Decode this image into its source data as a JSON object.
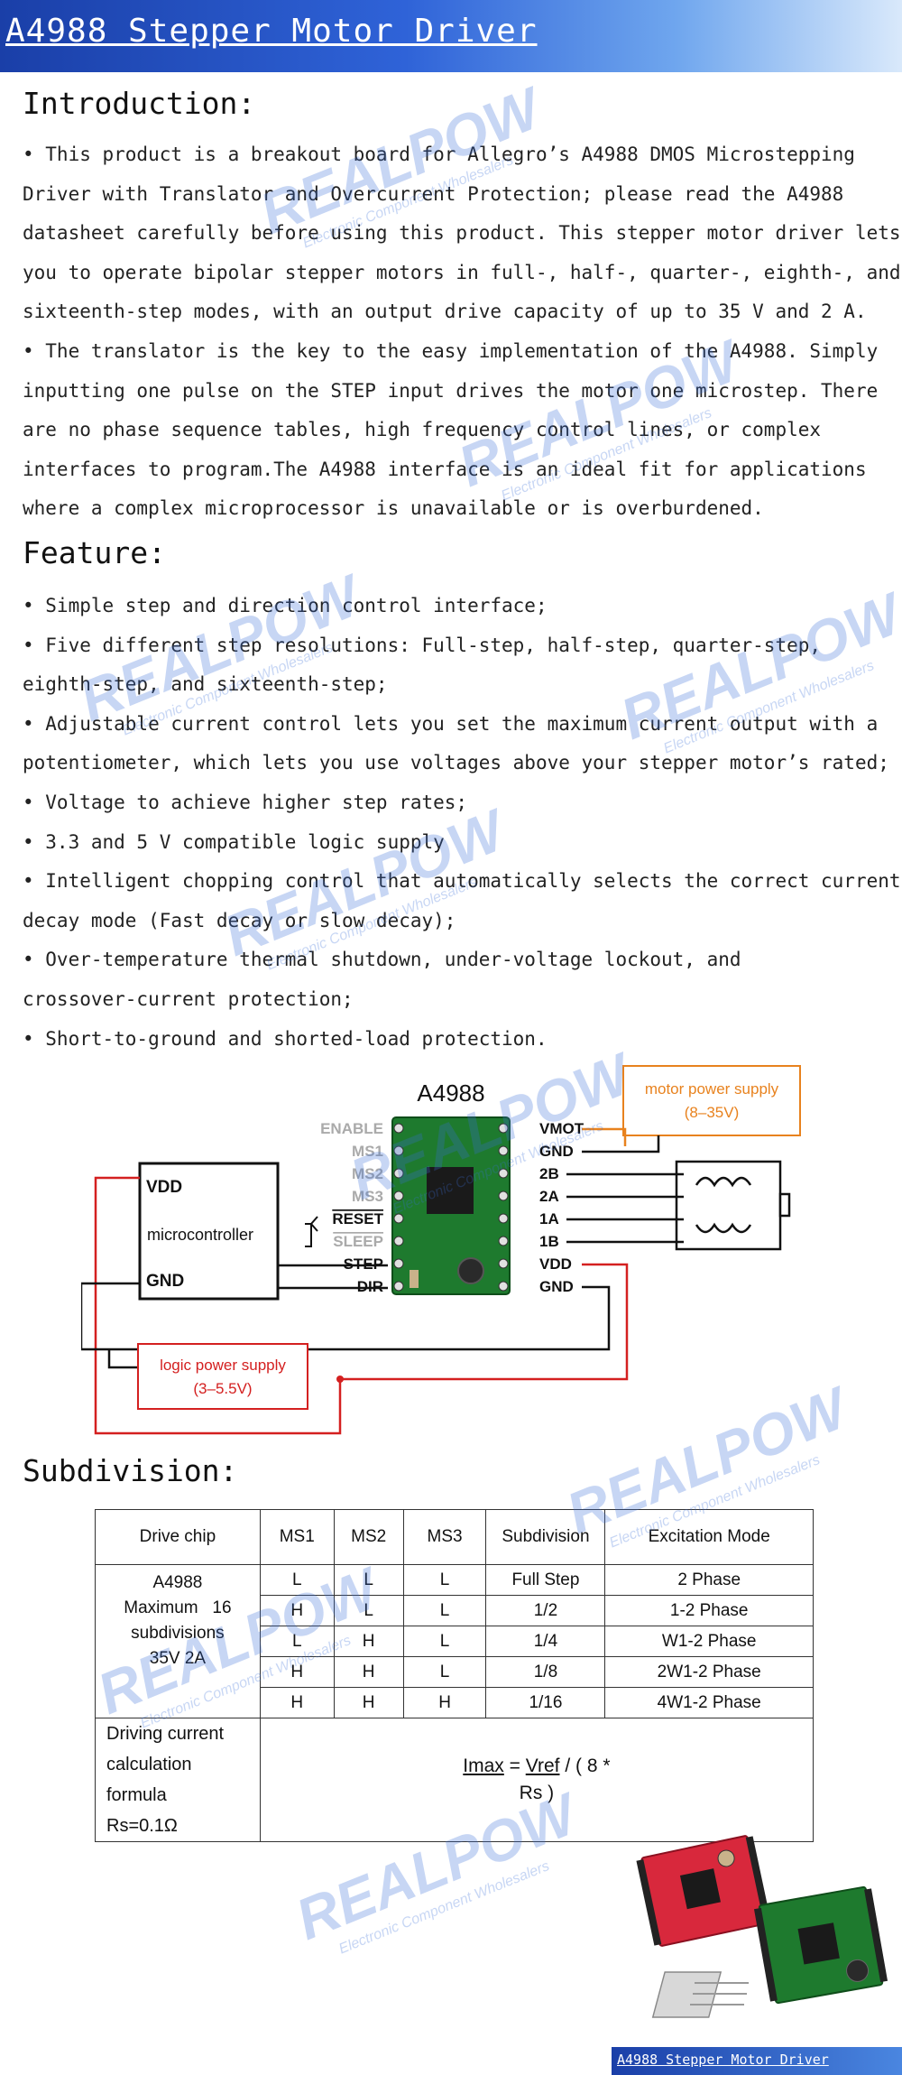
{
  "header": {
    "title": "A4988 Stepper Motor Driver"
  },
  "introduction": {
    "title": "Introduction:",
    "lines": [
      "• This product is a breakout board for Allegro’s A4988 DMOS Microstepping",
      "Driver with Translator and Overcurrent Protection; please read the A4988",
      "datasheet carefully before using this product. This stepper motor driver lets",
      "you to operate bipolar stepper motors in full-, half-, quarter-, eighth-, and",
      "sixteenth-step modes, with an output drive capacity of up to 35 V and 2 A.",
      "• The translator is the key to the easy implementation of the A4988. Simply",
      "inputting one pulse on the STEP input drives the motor one microstep. There",
      "are no phase sequence tables, high frequency control lines, or complex",
      "interfaces to program.The A4988 interface is an ideal fit for applications",
      "where a complex microprocessor is unavailable or is overburdened."
    ]
  },
  "feature": {
    "title": "Feature:",
    "lines": [
      "• Simple step and direction control interface;",
      "• Five different step resolutions: Full-step, half-step, quarter-step,",
      "eighth-step, and sixteenth-step;",
      "• Adjustable current control lets you set the maximum current output with a",
      "potentiometer, which lets you use voltages above your stepper motor’s rated;",
      "• Voltage to achieve higher step rates;",
      "• 3.3 and 5 V compatible logic supply",
      "• Intelligent chopping control that automatically selects the correct current",
      "decay mode (Fast decay or slow decay);",
      "• Over-temperature thermal shutdown, under-voltage lockout, and",
      "crossover-current protection;",
      "• Short-to-ground and shorted-load protection."
    ]
  },
  "diagram": {
    "chip_label": "A4988",
    "left_pins": [
      "ENABLE",
      "MS1",
      "MS2",
      "MS3",
      "RESET",
      "SLEEP",
      "STEP",
      "DIR"
    ],
    "right_pins": [
      "VMOT",
      "GND",
      "2B",
      "2A",
      "1A",
      "1B",
      "VDD",
      "GND"
    ],
    "mcu_label": "microcontroller",
    "mcu_vdd": "VDD",
    "mcu_gnd": "GND",
    "motor_supply": {
      "line1": "motor power supply",
      "line2": "(8–35V)"
    },
    "logic_supply": {
      "line1": "logic power supply",
      "line2": "(3–5.5V)"
    },
    "colors": {
      "motor_supply": "#e8821e",
      "logic_supply": "#d42020",
      "board": "#1e7a2e"
    }
  },
  "subdivision": {
    "title": "Subdivision:",
    "headers": [
      "Drive chip",
      "MS1",
      "MS2",
      "MS3",
      "Subdivision",
      "Excitation Mode"
    ],
    "chip_lines": [
      "A4988",
      "Maximum   16",
      "subdivisions",
      "35V 2A"
    ],
    "rows": [
      [
        "L",
        "L",
        "L",
        "Full Step",
        "2 Phase"
      ],
      [
        "H",
        "L",
        "L",
        "1/2",
        "1-2 Phase"
      ],
      [
        "L",
        "H",
        "L",
        "1/4",
        "W1-2 Phase"
      ],
      [
        "H",
        "H",
        "L",
        "1/8",
        "2W1-2 Phase"
      ],
      [
        "H",
        "H",
        "H",
        "1/16",
        "4W1-2 Phase"
      ]
    ],
    "formula_label": [
      "Driving current",
      "calculation",
      "formula",
      "Rs=0.1Ω"
    ],
    "formula": {
      "imax": "Imax",
      "eq": " = ",
      "vref": "Vref",
      "rest": " / ( 8 *",
      "line2": "Rs )"
    }
  },
  "footer": {
    "title": "A4988 Stepper Motor Driver"
  },
  "watermark": {
    "brand": "REALPOW",
    "tagline": "Electronic Component Wholesalers"
  }
}
